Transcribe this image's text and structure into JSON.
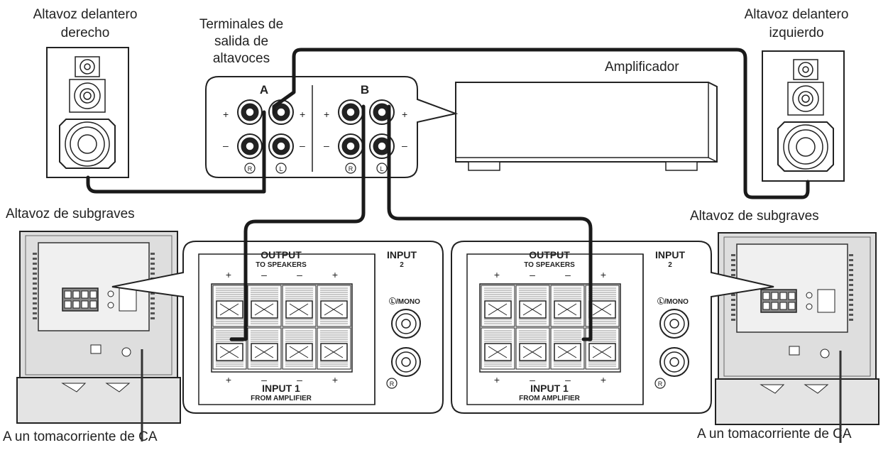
{
  "labels": {
    "front_right": [
      "Altavoz delantero",
      "derecho"
    ],
    "front_left": [
      "Altavoz delantero",
      "izquierdo"
    ],
    "terminals": [
      "Terminales de",
      "salida de",
      "altavoces"
    ],
    "amplifier": "Amplificador",
    "sub_left": "Altavoz de subgraves",
    "sub_right": "Altavoz de subgraves",
    "ac_left": "A un tomacorriente de CA",
    "ac_right": "A un tomacorriente de CA"
  },
  "amp_panel": {
    "section_a": "A",
    "section_b": "B",
    "plus": "+",
    "minus": "–",
    "r_mark": "R",
    "l_mark": "L"
  },
  "sub_panel": {
    "output": "OUTPUT",
    "to_speakers": "TO SPEAKERS",
    "input1": "INPUT 1",
    "from_amplifier": "FROM AMPLIFIER",
    "input2": "INPUT",
    "input2_num": "2",
    "lmono": "Ⓛ/MONO",
    "r_mark": "R",
    "plus": "+",
    "minus": "–"
  },
  "colors": {
    "line": "#222222",
    "cable": "#1a1a1a",
    "cabinet": "#dcdcdc",
    "panel": "#f7f7f7"
  }
}
